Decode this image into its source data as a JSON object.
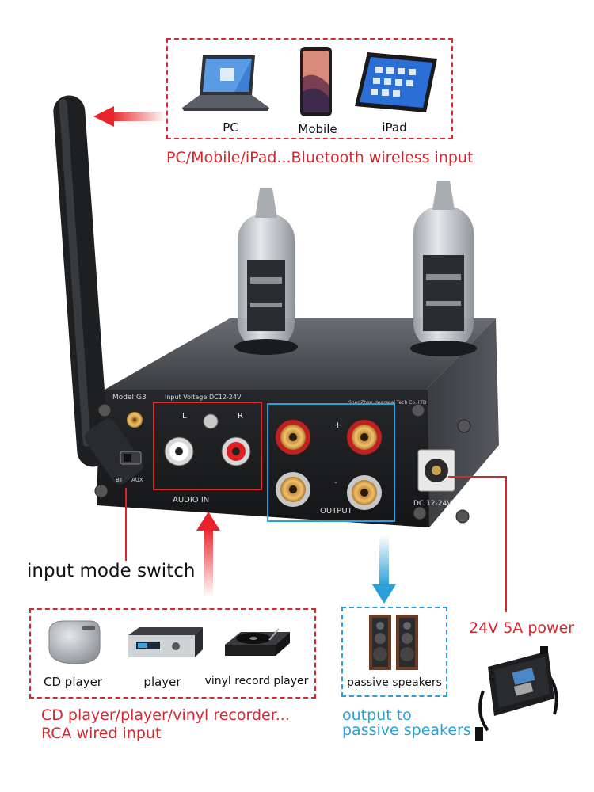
{
  "top_sources": {
    "pc_label": "PC",
    "mobile_label": "Mobile",
    "ipad_label": "iPad",
    "caption": "PC/Mobile/iPad...Bluetooth wireless input"
  },
  "amp_panel": {
    "model": "Model:G3",
    "input_voltage": "Input Voltage:DC12-24V",
    "maker": "ShenZhen Hearseal Tech Co.,LTD",
    "l_label": "L",
    "r_label": "R",
    "bt_label": "BT",
    "aux_label": "AUX",
    "audio_in_label": "AUDIO IN",
    "output_label": "OUTPUT",
    "plus_label": "+",
    "minus_label": "-",
    "dc_label": "DC 12-24V"
  },
  "input_mode_label": "input mode switch",
  "wired_sources": {
    "cd_label": "CD player",
    "player_label": "player",
    "vinyl_label": "vinyl record player",
    "caption_line1": "CD player/player/vinyl recorder...",
    "caption_line2": "RCA wired input"
  },
  "speakers": {
    "label": "passive speakers",
    "caption_line1": "output to",
    "caption_line2": "passive speakers"
  },
  "power": {
    "label": "24V 5A power"
  },
  "colors": {
    "accent_red": "#d6262e",
    "accent_blue": "#2a9fd8"
  }
}
